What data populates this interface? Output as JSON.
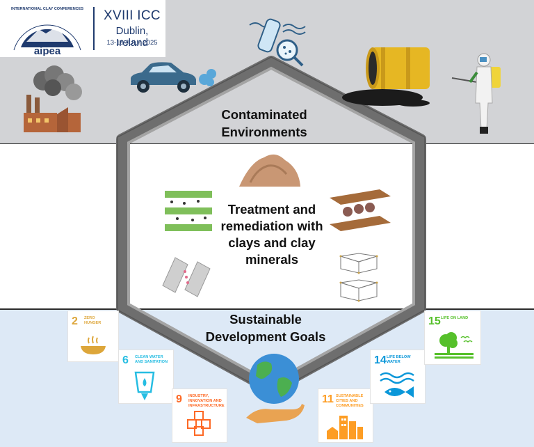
{
  "logo": {
    "arc_text": "INTERNATIONAL CLAY CONFERENCES",
    "brand": "aipea",
    "title": "XVIII ICC",
    "location": "Dublin, Ireland",
    "dates": "13-18 JULY 2025"
  },
  "sections": {
    "contaminated": "Contaminated Environments",
    "treatment": "Treatment and remediation with clays and clay minerals",
    "sdg": "Sustainable Development Goals"
  },
  "sdg_cards": [
    {
      "number": "2",
      "label": "ZERO HUNGER",
      "color": "#dda63a"
    },
    {
      "number": "6",
      "label": "CLEAN WATER AND SANITATION",
      "color": "#26bde2"
    },
    {
      "number": "9",
      "label": "INDUSTRY, INNOVATION AND INFRASTRUCTURE",
      "color": "#fd6925"
    },
    {
      "number": "11",
      "label": "SUSTAINABLE CITIES AND COMMUNITIES",
      "color": "#fd9d24"
    },
    {
      "number": "14",
      "label": "LIFE BELOW WATER",
      "color": "#0a97d9"
    },
    {
      "number": "15",
      "label": "LIFE ON LAND",
      "color": "#56c02b"
    }
  ],
  "icons": [
    "factory-icon",
    "car-exhaust-icon",
    "plastic-bottle-microscope-icon",
    "oil-barrel-spill-icon",
    "hazmat-worker-icon",
    "clay-powder-icon",
    "layered-clay-icon",
    "clay-particles-icon",
    "clay-sheets-icon",
    "framework-structure-icon",
    "globe-hand-icon"
  ]
}
